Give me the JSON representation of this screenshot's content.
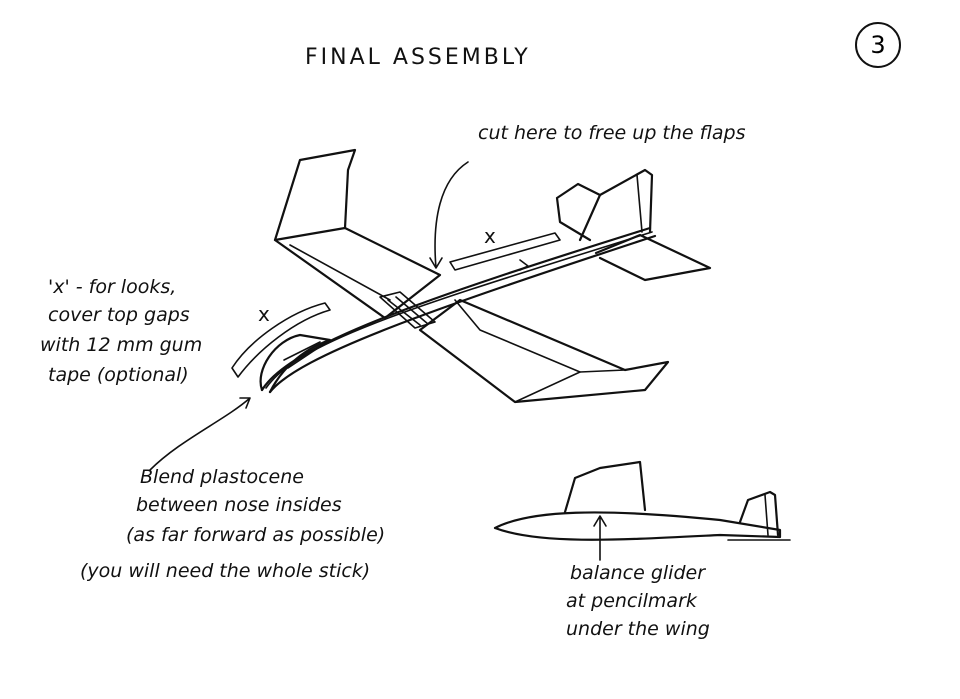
{
  "title": "FINAL ASSEMBLY",
  "page_number": "3",
  "annotations": {
    "cut_flaps": "cut here to free up the flaps",
    "x_mark": "x",
    "x_mark_nose": "x",
    "looks": [
      "'x' - for looks,",
      "cover top gaps",
      "with 12 mm gum",
      "tape (optional)"
    ],
    "plasticine": [
      "Blend plastocene",
      "between nose insides",
      "(as far forward as possible)",
      "(you will need the whole stick)"
    ],
    "balance": [
      "balance glider",
      "at pencilmark",
      "under the wing"
    ]
  }
}
